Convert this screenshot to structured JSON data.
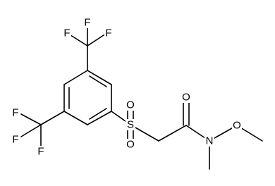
{
  "atoms": {
    "f1": "F",
    "f2": "F",
    "f3": "F",
    "f4": "F",
    "f5": "F",
    "f6": "F",
    "s": "S",
    "o_s1": "O",
    "o_s2": "O",
    "o_carbonyl": "O",
    "n": "N",
    "o_ether": "O"
  },
  "colors": {
    "ink": "#000000",
    "background": "#ffffff"
  }
}
